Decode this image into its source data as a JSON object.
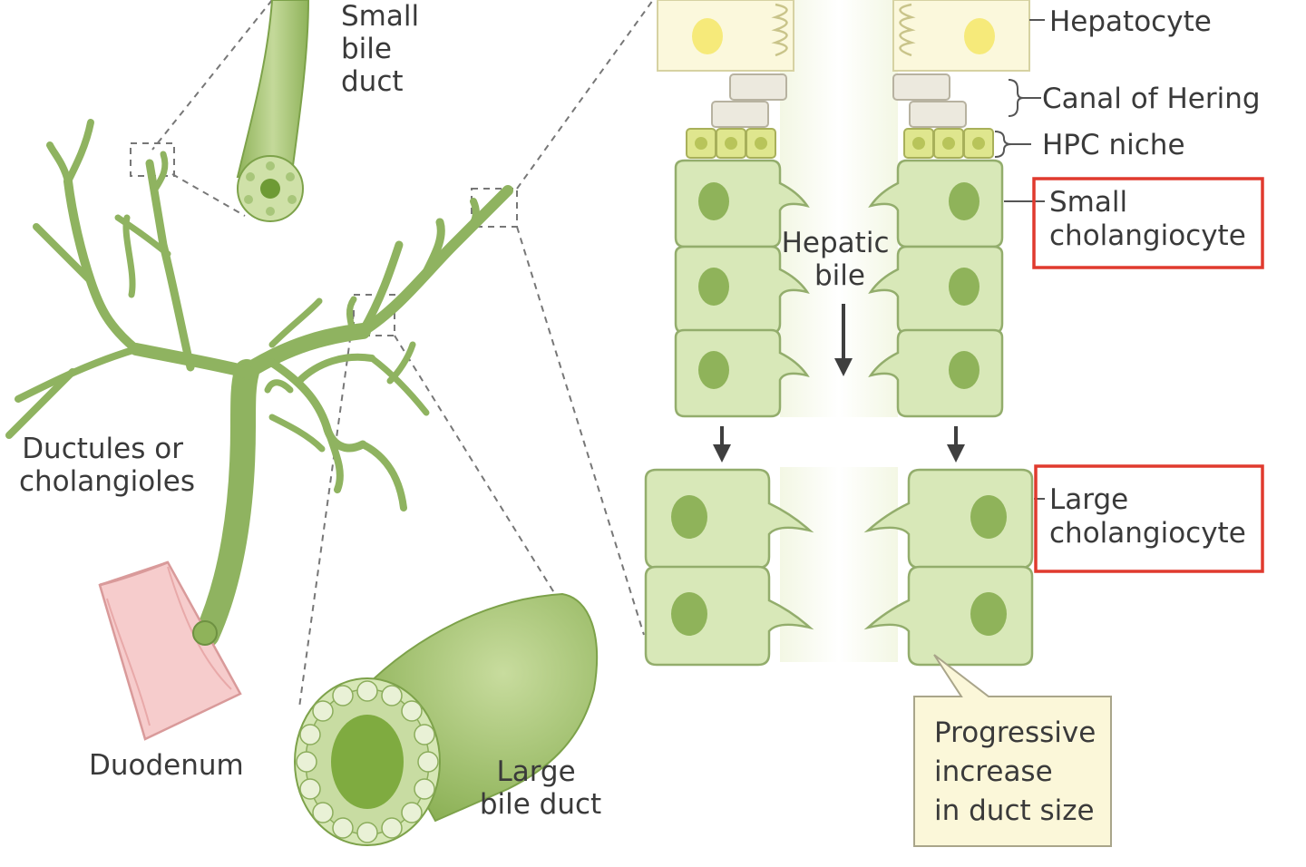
{
  "labels": {
    "small_bile_duct": [
      "Small",
      "bile",
      "duct"
    ],
    "hepatocyte": "Hepatocyte",
    "canal_of_hering": "Canal of Hering",
    "hpc_niche": "HPC niche",
    "small_cholangiocyte": [
      "Small",
      "cholangiocyte"
    ],
    "hepatic_bile": [
      "Hepatic",
      "bile"
    ],
    "ductules": [
      "Ductules or",
      "cholangioles"
    ],
    "large_cholangiocyte": [
      "Large",
      "cholangiocyte"
    ],
    "duodenum": "Duodenum",
    "large_bile_duct": [
      "Large",
      "bile duct"
    ],
    "progressive": [
      "Progressive",
      "increase",
      "in duct size"
    ]
  },
  "colors": {
    "duct_green": "#8fb360",
    "cell_green": "#d8e8b8",
    "nucleus_green": "#8fb35a",
    "hepatocyte_fill": "#fbf8dc",
    "hpc_fill": "#dfe68e",
    "duodenum_pink": "#f6cccc",
    "highlight_red": "#e03a2e",
    "callout_fill": "#fbf7d9"
  }
}
